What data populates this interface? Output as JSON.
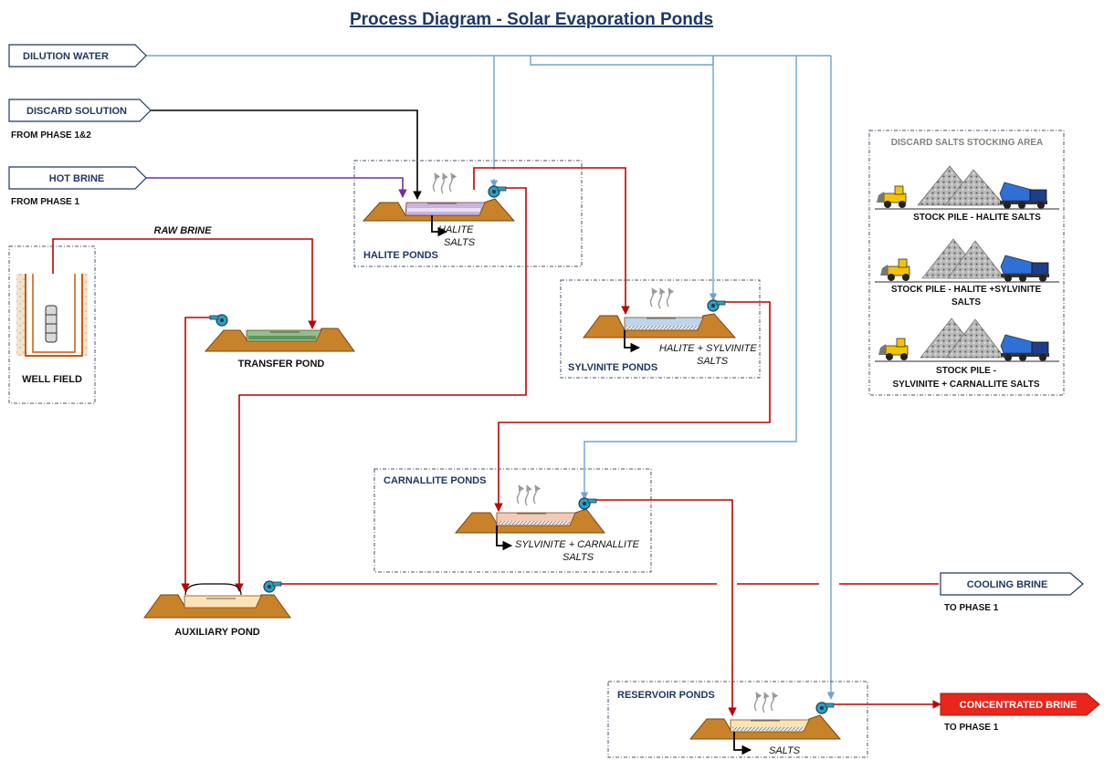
{
  "title": "Process Diagram - Solar Evaporation Ponds",
  "inputs": {
    "dilution_water": "DILUTION WATER",
    "discard_solution": "DISCARD SOLUTION",
    "discard_solution_sub": "FROM PHASE 1&2",
    "hot_brine": "HOT BRINE",
    "hot_brine_sub": "FROM PHASE 1"
  },
  "raw_brine": "RAW BRINE",
  "well_field": "WELL FIELD",
  "ponds": {
    "halite": {
      "name": "HALITE PONDS",
      "salt1": "HALITE",
      "salt2": "SALTS"
    },
    "sylvinite": {
      "name": "SYLVINITE PONDS",
      "salt1": "HALITE + SYLVINITE",
      "salt2": "SALTS"
    },
    "carnallite": {
      "name": "CARNALLITE PONDS",
      "salt1": "SYLVINITE + CARNALLITE",
      "salt2": "SALTS"
    },
    "transfer": {
      "name": "TRANSFER POND"
    },
    "auxiliary": {
      "name": "AUXILIARY POND"
    },
    "reservoir": {
      "name": "RESERVOIR PONDS",
      "salt1": "SALTS"
    }
  },
  "stocking": {
    "title": "DISCARD SALTS STOCKING AREA",
    "pile1": "STOCK PILE - HALITE SALTS",
    "pile2_l1": "STOCK PILE - HALITE +SYLVINITE",
    "pile2_l2": "SALTS",
    "pile3_l1": "STOCK PILE -",
    "pile3_l2": "SYLVINITE + CARNALLITE SALTS"
  },
  "outputs": {
    "cooling_brine": "COOLING BRINE",
    "cooling_brine_sub": "TO PHASE 1",
    "concentrated_brine": "CONCENTRATED BRINE",
    "concentrated_brine_sub": "TO PHASE 1"
  },
  "colors": {
    "dilution_line": "#6fa3d6",
    "brine_line": "#c00000",
    "discard_line": "#000000",
    "hot_brine_line": "#7030a0",
    "pond_earth": "#c8832a",
    "title": "#1f3864",
    "concentrated_tag": "#e8261b"
  },
  "icons": [
    "pump-icon",
    "evaporation-icon",
    "loader-icon",
    "dump-truck-icon",
    "well-pump-icon"
  ]
}
